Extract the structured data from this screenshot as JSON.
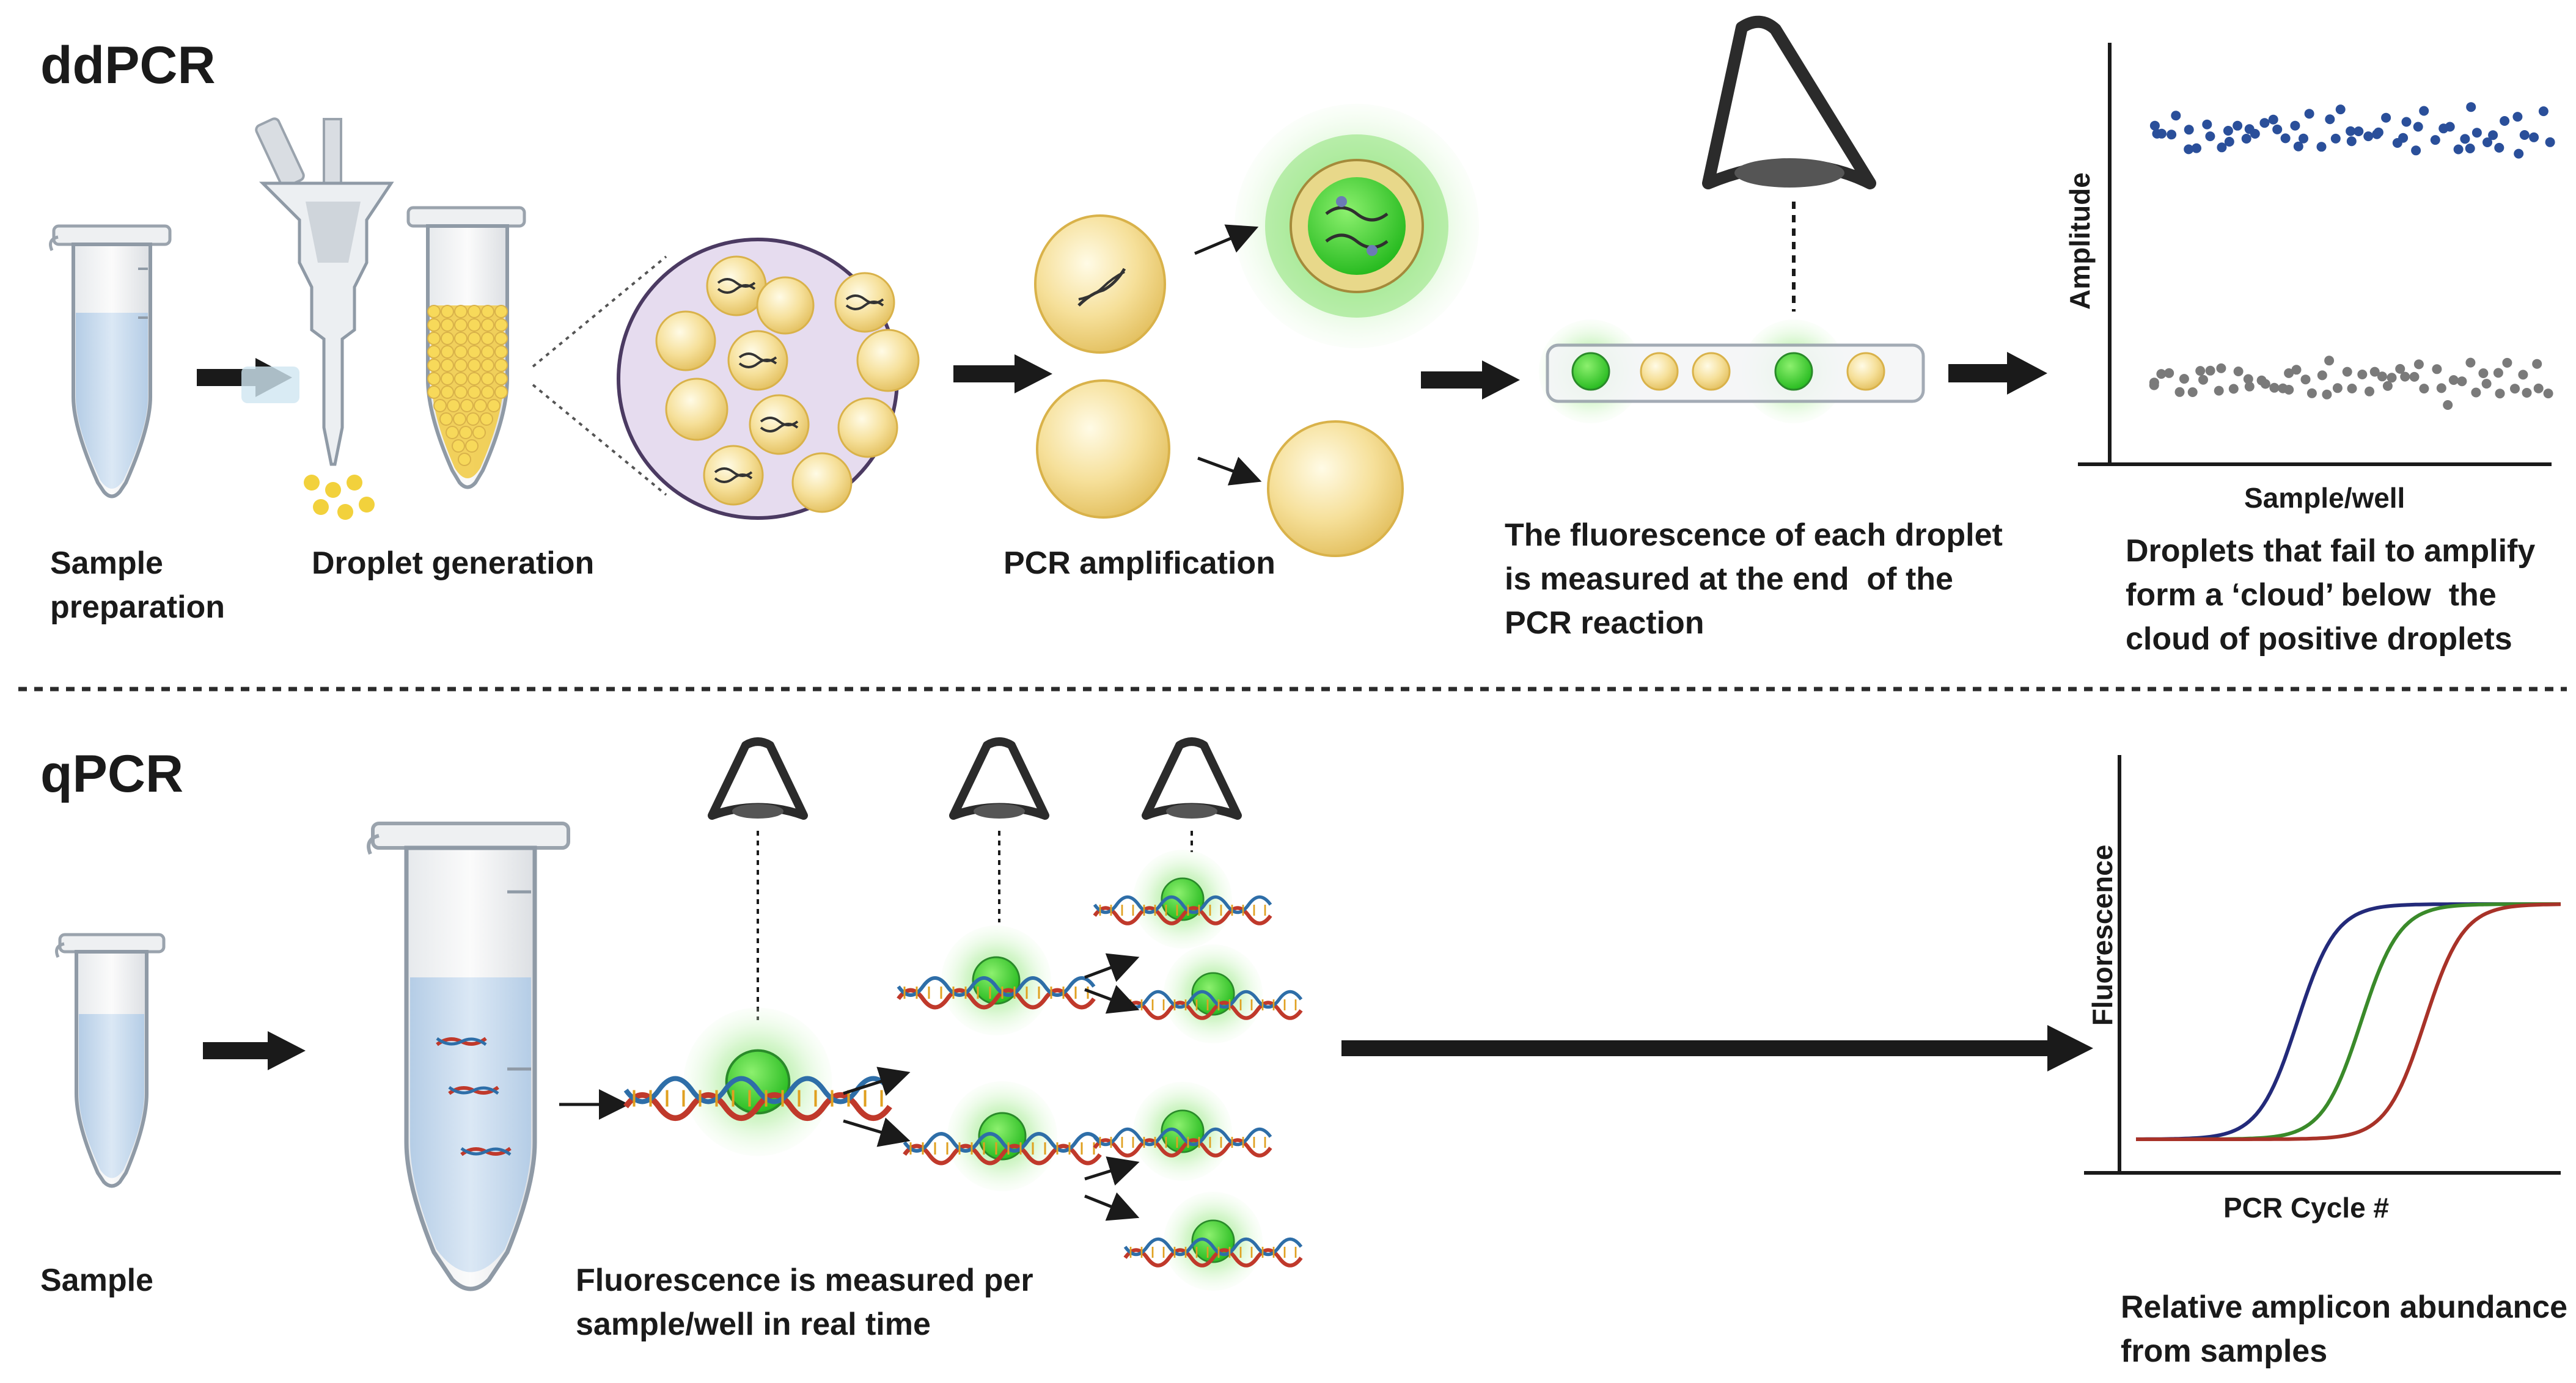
{
  "ddpcr": {
    "title": "ddPCR",
    "labels": {
      "sample_preparation": "Sample\npreparation",
      "droplet_generation": "Droplet generation",
      "pcr_amplification": "PCR amplification",
      "fluorescence_measured": "The fluorescence of each droplet\nis measured at the end  of the\nPCR reaction",
      "droplets_fail": "Droplets that fail to amplify\nform a ‘cloud’ below  the\ncloud of positive droplets"
    },
    "chart": {
      "y_axis_label": "Amplitude",
      "x_axis_label": "Sample/well"
    }
  },
  "qpcr": {
    "title": "qPCR",
    "labels": {
      "sample": "Sample",
      "fluorescence_real_time": "Fluorescence is measured per\nsample/well in real time",
      "relative_abundance": "Relative amplicon abundance\nfrom samples"
    },
    "chart": {
      "y_axis_label": "Fluorescence",
      "x_axis_label": "PCR Cycle #"
    }
  },
  "colors": {
    "droplet_fill": "#f3dc8c",
    "droplet_stroke": "#d9b24a",
    "fluorescent_green": "#3fd22e",
    "glow_green": "#b8f0a8",
    "positive_dots": "#2a4f9a",
    "negative_dots": "#7a7a7a",
    "curve_blue": "#232a7a",
    "curve_green": "#3a8a2a",
    "curve_red": "#a83228",
    "liquid": "#c9dcef",
    "arrow": "#1a1a1a"
  },
  "chart_data": [
    {
      "type": "scatter",
      "title": "",
      "xlabel": "Sample/well",
      "ylabel": "Amplitude",
      "series": [
        {
          "values": [
            0.78,
            0.81,
            0.76,
            0.79,
            0.82,
            0.77,
            0.8,
            0.75,
            0.83,
            0.79,
            0.78,
            0.81,
            0.77,
            0.8,
            0.76,
            0.82,
            0.79,
            0.78,
            0.81,
            0.77
          ]
        },
        {
          "values": [
            0.21,
            0.18,
            0.23,
            0.2,
            0.17,
            0.22,
            0.19,
            0.24,
            0.18,
            0.21,
            0.2,
            0.23,
            0.17,
            0.22,
            0.19,
            0.21,
            0.18,
            0.22,
            0.2,
            0.19
          ]
        }
      ]
    },
    {
      "type": "line",
      "title": "",
      "xlabel": "PCR Cycle #",
      "ylabel": "Fluorescence",
      "series": [
        {
          "midpoint": 0.38
        },
        {
          "midpoint": 0.53
        },
        {
          "midpoint": 0.68
        }
      ]
    }
  ]
}
